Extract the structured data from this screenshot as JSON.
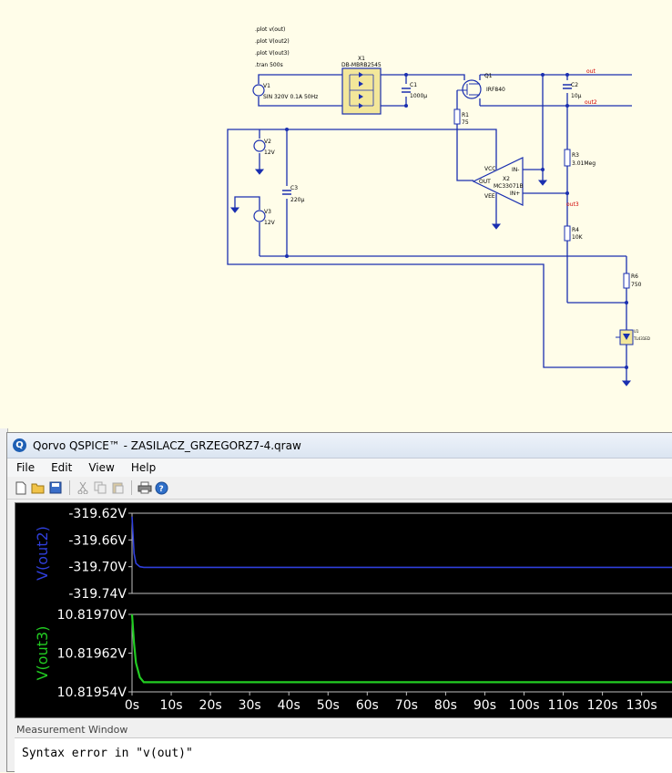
{
  "schematic": {
    "directives": [
      ".plot v(out)",
      ".plot V(out2)",
      ".plot V(out3)",
      ".tran 500s"
    ],
    "components": {
      "v1": {
        "name": "V1",
        "value": "SIN 320V 0.1A 50Hz"
      },
      "x1": {
        "name": "X1",
        "value": "DB-MBRB2545"
      },
      "c1": {
        "name": "C1",
        "value": "1000µ"
      },
      "q1": {
        "name": "Q1",
        "value": "IRF840"
      },
      "c2": {
        "name": "C2",
        "value": "10µ"
      },
      "r1": {
        "name": "R1",
        "value": "75"
      },
      "r3": {
        "name": "R3",
        "value": "3.01Meg"
      },
      "x2": {
        "name": "X2",
        "value": "MC33071B"
      },
      "v2": {
        "name": "V2",
        "value": "12V"
      },
      "c3": {
        "name": "C3",
        "value": "220µ"
      },
      "v3": {
        "name": "V3",
        "value": "12V"
      },
      "r4": {
        "name": "R4",
        "value": "10K"
      },
      "r6": {
        "name": "R6",
        "value": "750"
      },
      "u1": {
        "name": "U1",
        "value": "TL431ED"
      }
    },
    "opamp_pins": {
      "vcc": "VCC",
      "vee": "VEE",
      "out": "OUT",
      "in_minus": "IN-",
      "in_plus": "IN+"
    },
    "net_labels": {
      "out": "out",
      "out2": "out2",
      "out3": "out3"
    }
  },
  "window": {
    "title": "Qorvo QSPICE™ - ZASILACZ_GRZEGORZ7-4.qraw",
    "app_icon": "Q",
    "menu": [
      "File",
      "Edit",
      "View",
      "Help"
    ],
    "toolbar_icons": [
      "new-file-icon",
      "open-folder-icon",
      "save-icon",
      "cut-icon",
      "copy-icon",
      "paste-icon",
      "print-icon",
      "help-icon"
    ]
  },
  "chart_data": [
    {
      "type": "line",
      "ylabel": "V(out2)",
      "color": "#2f3fdc",
      "yticks": [
        "-319.62V",
        "-319.66V",
        "-319.70V",
        "-319.74V"
      ],
      "ylim": [
        -319.74,
        -319.62
      ],
      "x": [
        0,
        0.5,
        1,
        2,
        3,
        5,
        8,
        15,
        30,
        60,
        100,
        140
      ],
      "y": [
        -319.625,
        -319.68,
        -319.695,
        -319.7,
        -319.701,
        -319.701,
        -319.701,
        -319.701,
        -319.701,
        -319.701,
        -319.701,
        -319.701
      ]
    },
    {
      "type": "line",
      "ylabel": "V(out3)",
      "color": "#22cc22",
      "yticks": [
        "10.81970V",
        "10.81962V",
        "10.81954V"
      ],
      "ylim": [
        10.81954,
        10.8197
      ],
      "x": [
        0,
        0.5,
        1,
        2,
        3,
        5,
        8,
        15,
        30,
        60,
        100,
        140
      ],
      "y": [
        10.8197,
        10.81964,
        10.8196,
        10.81957,
        10.81956,
        10.81956,
        10.81956,
        10.81956,
        10.81956,
        10.81956,
        10.81956,
        10.81956
      ],
      "xticks": [
        "0s",
        "10s",
        "20s",
        "30s",
        "40s",
        "50s",
        "60s",
        "70s",
        "80s",
        "90s",
        "100s",
        "110s",
        "120s",
        "130s",
        "14"
      ],
      "xlim": [
        0,
        140
      ]
    }
  ],
  "measurement": {
    "title": "Measurement Window",
    "message": "Syntax error in \"v(out)\""
  }
}
